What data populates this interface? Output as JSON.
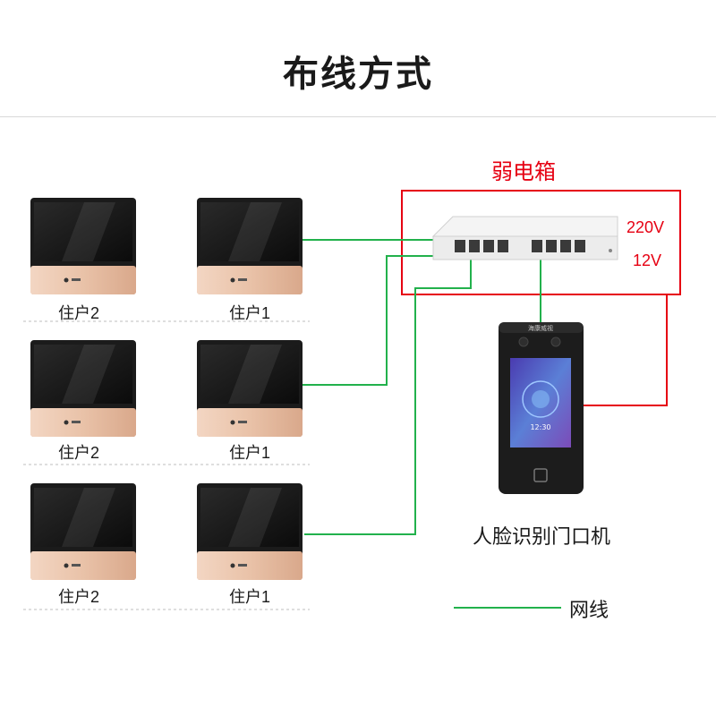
{
  "title": "布线方式",
  "box": {
    "title": "弱电箱",
    "voltage_220": "220V",
    "voltage_12": "12V"
  },
  "monitor_brand_text": "海康威视",
  "clock_text": "12:30",
  "rows": [
    {
      "left_label": "住户2",
      "right_label": "住户1"
    },
    {
      "left_label": "住户2",
      "right_label": "住户1"
    },
    {
      "left_label": "住户2",
      "right_label": "住户1"
    }
  ],
  "device_label": "人脸识别门口机",
  "legend": {
    "label": "网线",
    "color": "#22b14c"
  },
  "colors": {
    "cable": "#22b14c",
    "power": "#e60012",
    "frame_gold": "#e8bfa3"
  }
}
